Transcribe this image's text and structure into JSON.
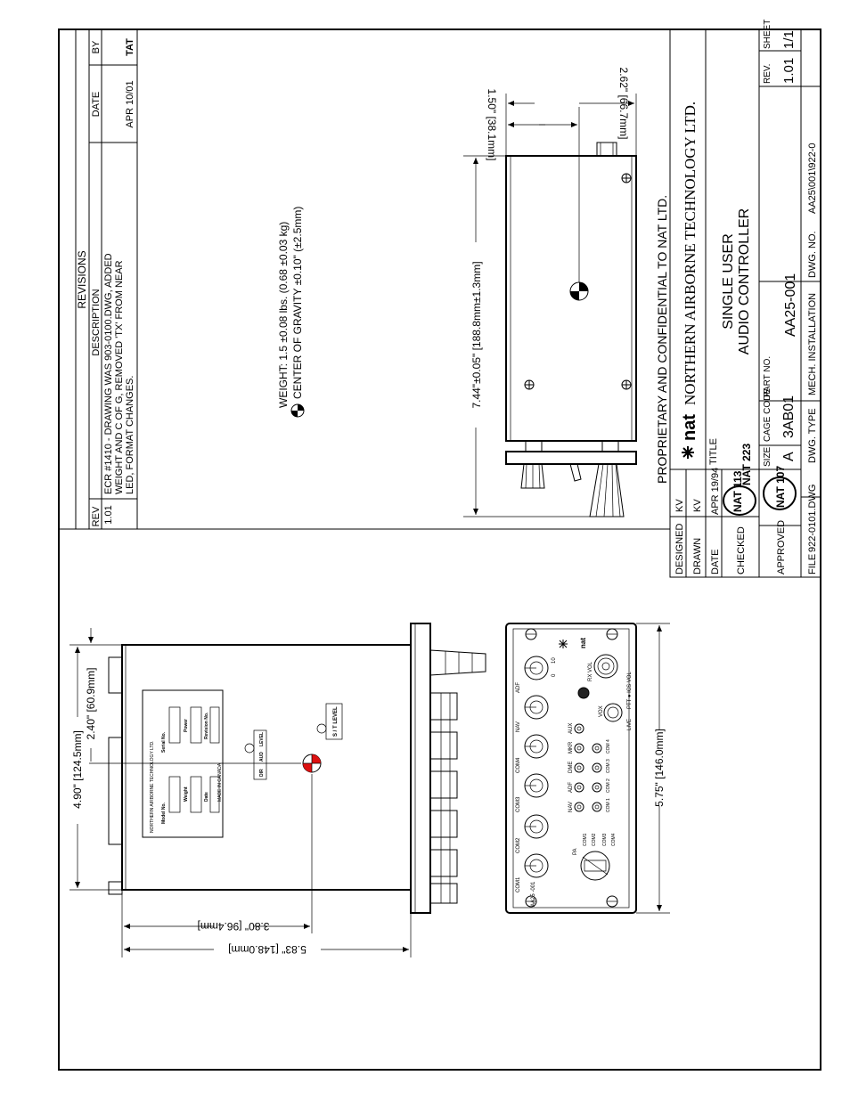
{
  "revisions": {
    "heading": "REVISIONS",
    "col_rev": "REV",
    "col_description": "DESCRIPTION",
    "col_date": "DATE",
    "col_by": "BY",
    "rows": [
      {
        "rev": "1.01",
        "description_lines": [
          "ECR #1410 - DRAWING WAS 903-0100.DWG, ADDED",
          "WEIGHT AND C OF G, REMOVED 'TX' FROM NEAR",
          "LED, FORMAT CHANGES."
        ],
        "date": "APR 10/01",
        "by": "TAT"
      }
    ]
  },
  "notes": {
    "weight": "WEIGHT: 1.5 ±0.08 lbs. (0.68 ±0.03 kg)",
    "cog": "CENTER OF GRAVITY ±0.10\" (±2.5mm)"
  },
  "dimensions": {
    "depth": "7.44\"±0.05\" [188.8mm±1.3mm]",
    "side_top": "1.50\" [38.1mm]",
    "side_width": "2.62\" [66.7mm]",
    "top_overall": "4.90\" [124.5mm]",
    "top_half": "2.40\" [60.9mm]",
    "cg_offset": "3.80\" [96.4mm]",
    "body_depth": "5.83\" [148.0mm]",
    "front_width": "5.75\" [146.0mm]"
  },
  "nameplate": {
    "brand": "NORTHERN AIRBORNE TECHNOLOGY LTD.",
    "model": "Model No.",
    "serial": "Serial No.",
    "weight": "Weight",
    "power": "Power",
    "date": "Date",
    "revision": "Revision No.",
    "made": "MADE IN CANADA",
    "switch_labels": [
      "DIR",
      "AUD",
      "LEVEL"
    ],
    "st_level": "S / T  LEVEL"
  },
  "front_panel": {
    "model": "AA25 -001",
    "knobs": [
      "COM1",
      "COM2",
      "COM3",
      "COM4",
      "NAV",
      "ADF"
    ],
    "scale_lo": "0",
    "scale_hi": "10",
    "toggles_top": [
      "NAV",
      "ADF",
      "DME",
      "MKR",
      "AUX"
    ],
    "toggles_bottom": [
      "COM 1",
      "COM 2",
      "COM 3",
      "COM 4"
    ],
    "pa": "PA",
    "selector": [
      "COM1",
      "COM2",
      "COM3",
      "COM4"
    ],
    "rx_vol": "RX VOL",
    "ics_vol": "PTT ● ICS VOL",
    "vox": "VOX",
    "live": "LIVE",
    "logo": "nat"
  },
  "title_block": {
    "proprietary": "PROPRIETARY AND CONFIDENTIAL TO NAT LTD.",
    "company_logo": "nat",
    "company": "NORTHERN AIRBORNE TECHNOLOGY LTD.",
    "designed_label": "DESIGNED",
    "designed": "KV",
    "drawn_label": "DRAWN",
    "drawn": "KV",
    "date_label": "DATE",
    "date": "APR 19/94",
    "checked_label": "CHECKED",
    "checked_stamps": [
      "NAT 113",
      "NAT 223"
    ],
    "approved_label": "APPROVED",
    "approved_stamp": "NAT 107",
    "title_label": "TITLE",
    "title_lines": [
      "SINGLE USER",
      "AUDIO CONTROLLER"
    ],
    "size_label": "SIZE",
    "size": "A",
    "cage_label": "CAGE CODE",
    "cage": "3AB01",
    "part_label": "PART NO.",
    "part": "AA25-001",
    "rev_label": "REV.",
    "rev": "1.01",
    "sheet_label": "SHEET",
    "sheet": "1/1",
    "file_label": "FILE",
    "file": "922-0101.DWG",
    "dwg_type_label": "DWG. TYPE",
    "dwg_type": "MECH. INSTALLATION",
    "dwg_no_label": "DWG. NO.",
    "dwg_no": "AA25\\001\\922-0"
  }
}
